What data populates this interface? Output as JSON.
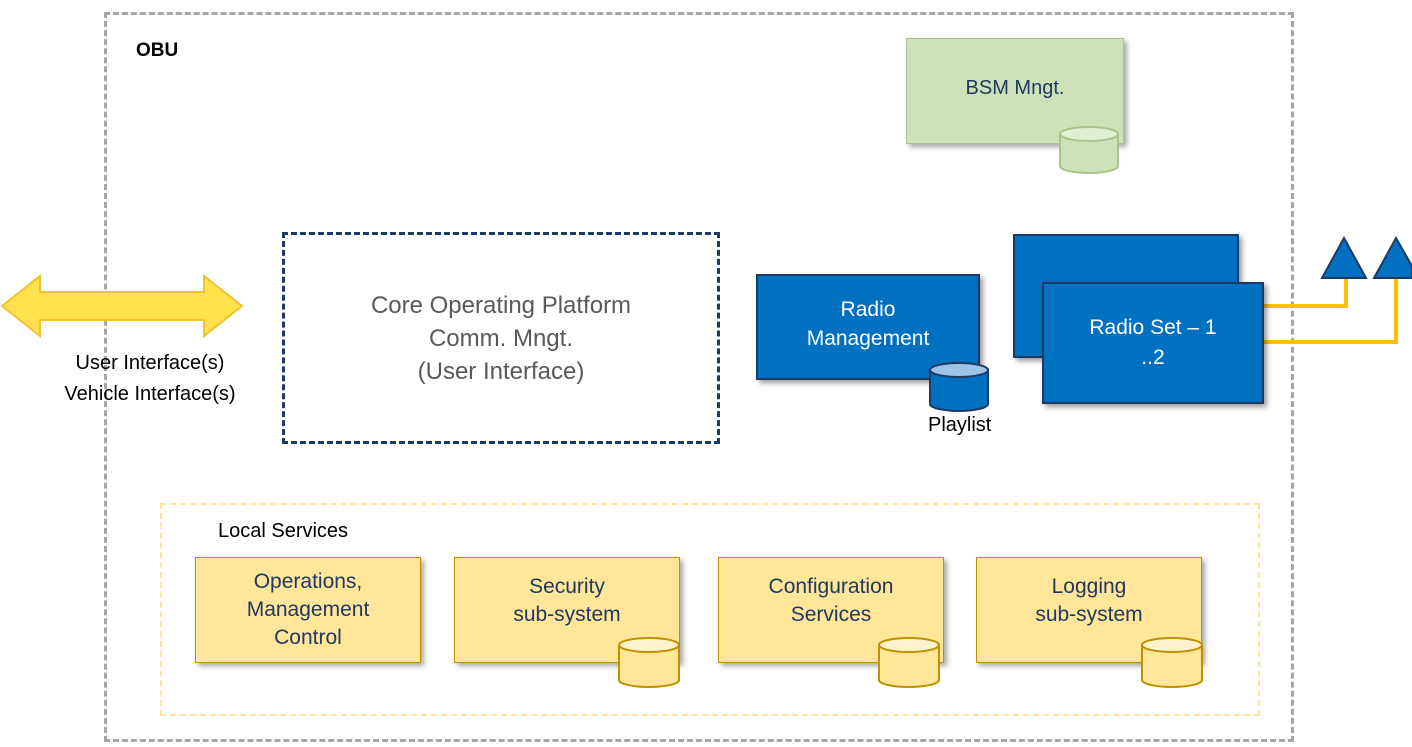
{
  "obu": {
    "label": "OBU"
  },
  "bsm": {
    "label": "BSM Mngt."
  },
  "core": {
    "label": "Core Operating Platform\nComm. Mngt.\n(User Interface)"
  },
  "radio_management": {
    "label": "Radio\nManagement",
    "db_label": "Playlist"
  },
  "radio_set": {
    "label": "Radio Set – 1\n..2"
  },
  "interfaces": {
    "label": "User Interface(s)\nVehicle Interface(s)"
  },
  "local_services": {
    "label": "Local Services",
    "items": [
      {
        "label": "Operations,\nManagement\nControl"
      },
      {
        "label": "Security\nsub-system"
      },
      {
        "label": "Configuration\nServices"
      },
      {
        "label": "Logging\nsub-system"
      }
    ]
  },
  "colors": {
    "frame": "#a6a6a6",
    "core_border": "#1f3864",
    "blue_box": "#0070c0",
    "green_box": "#cfe1b6",
    "yellow_box": "#ffe699",
    "arrow": "#ffd966",
    "antenna_line": "#ffc000"
  }
}
